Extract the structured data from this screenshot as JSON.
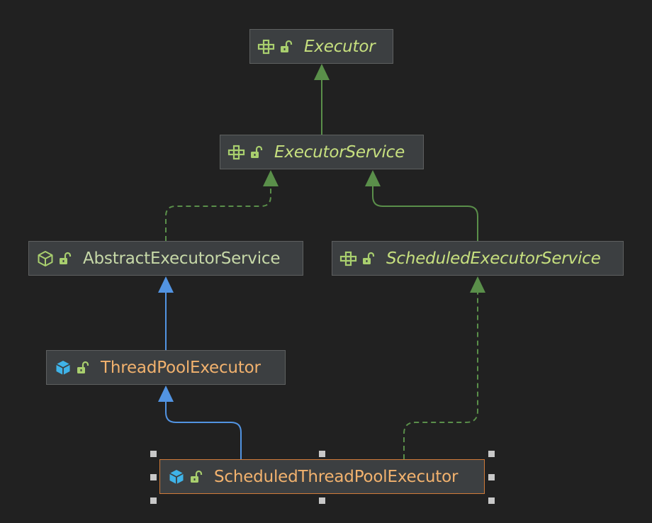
{
  "nodes": {
    "executor": {
      "label": "Executor",
      "kind": "interface"
    },
    "executor_service": {
      "label": "ExecutorService",
      "kind": "interface"
    },
    "abstract_executor_service": {
      "label": "AbstractExecutorService",
      "kind": "abstract"
    },
    "scheduled_executor_service": {
      "label": "ScheduledExecutorService",
      "kind": "interface"
    },
    "thread_pool_executor": {
      "label": "ThreadPoolExecutor",
      "kind": "class"
    },
    "scheduled_thread_pool_executor": {
      "label": "ScheduledThreadPoolExecutor",
      "kind": "class",
      "selected": true
    }
  },
  "edges": [
    {
      "from": "executor_service",
      "to": "executor",
      "relation": "extends"
    },
    {
      "from": "abstract_executor_service",
      "to": "executor_service",
      "relation": "implements"
    },
    {
      "from": "scheduled_executor_service",
      "to": "executor_service",
      "relation": "extends"
    },
    {
      "from": "thread_pool_executor",
      "to": "abstract_executor_service",
      "relation": "extends"
    },
    {
      "from": "scheduled_thread_pool_executor",
      "to": "thread_pool_executor",
      "relation": "extends"
    },
    {
      "from": "scheduled_thread_pool_executor",
      "to": "scheduled_executor_service",
      "relation": "implements"
    }
  ],
  "colors": {
    "background": "#212121",
    "node_fill": "#3c3f41",
    "node_border": "#5e6060",
    "selected_border": "#d07b39",
    "interface_text": "#c7e07f",
    "abstract_text": "#c7d9a8",
    "class_text": "#f2b26e",
    "interface_edge": "#5a8f4a",
    "class_edge": "#5294e2",
    "icon_green": "#a9cf6e",
    "icon_blue": "#3fb3e8"
  },
  "icons": {
    "interface": "interface-icon",
    "abstract": "abstract-class-icon",
    "class": "class-icon",
    "visibility": "public-unlocked-icon"
  }
}
